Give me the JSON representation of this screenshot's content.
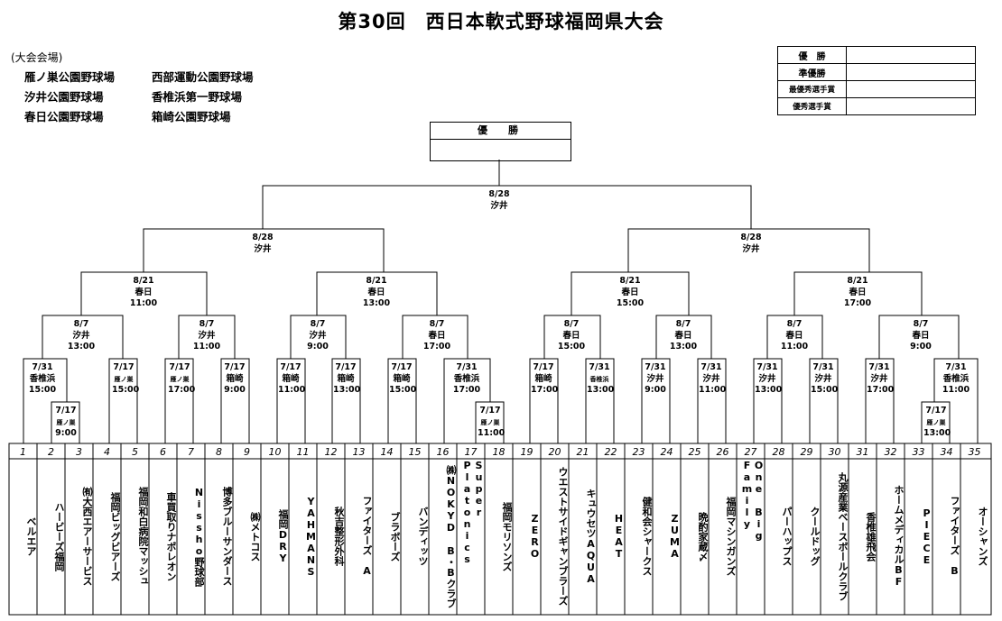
{
  "title": "第30回　西日本軟式野球福岡県大会",
  "venues_heading": "(大会会場)",
  "venues": [
    "雁ノ巣公園野球場",
    "西部運動公園野球場",
    "汐井公園野球場",
    "香椎浜第一野球場",
    "春日公園野球場",
    "箱崎公園野球場"
  ],
  "awards": [
    "優　勝",
    "準優勝",
    "最優秀選手賞",
    "優秀選手賞"
  ],
  "winner_box_label": "優　勝",
  "final": {
    "date": "8/28",
    "venue": "汐井"
  },
  "semis": [
    {
      "date": "8/28",
      "venue": "汐井"
    },
    {
      "date": "8/28",
      "venue": "汐井"
    }
  ],
  "quarters": [
    {
      "date": "8/21",
      "venue": "春日",
      "time": "11:00"
    },
    {
      "date": "8/21",
      "venue": "春日",
      "time": "13:00"
    },
    {
      "date": "8/21",
      "venue": "春日",
      "time": "15:00"
    },
    {
      "date": "8/21",
      "venue": "春日",
      "time": "17:00"
    }
  ],
  "r16": [
    {
      "date": "8/7",
      "venue": "汐井",
      "time": "13:00"
    },
    {
      "date": "8/7",
      "venue": "汐井",
      "time": "11:00"
    },
    {
      "date": "8/7",
      "venue": "汐井",
      "time": "9:00"
    },
    {
      "date": "8/7",
      "venue": "春日",
      "time": "17:00"
    },
    {
      "date": "8/7",
      "venue": "春日",
      "time": "15:00"
    },
    {
      "date": "8/7",
      "venue": "春日",
      "time": "13:00"
    },
    {
      "date": "8/7",
      "venue": "春日",
      "time": "11:00"
    },
    {
      "date": "8/7",
      "venue": "春日",
      "time": "9:00"
    }
  ],
  "r1": [
    {
      "date": "7/31",
      "venue": "香椎浜",
      "time": "15:00"
    },
    {
      "date": "7/17",
      "venue": "雁ノ巣",
      "time": "15:00"
    },
    {
      "date": "7/17",
      "venue": "雁ノ巣",
      "time": "17:00"
    },
    {
      "date": "7/17",
      "venue": "箱崎",
      "time": "9:00"
    },
    {
      "date": "7/17",
      "venue": "箱崎",
      "time": "11:00"
    },
    {
      "date": "7/17",
      "venue": "箱崎",
      "time": "13:00"
    },
    {
      "date": "7/17",
      "venue": "箱崎",
      "time": "15:00"
    },
    {
      "date": "7/31",
      "venue": "香椎浜",
      "time": "17:00"
    },
    {
      "date": "7/17",
      "venue": "箱崎",
      "time": "17:00"
    },
    {
      "date": "7/31",
      "venue": "香椎浜",
      "time": "13:00"
    },
    {
      "date": "7/31",
      "venue": "汐井",
      "time": "9:00"
    },
    {
      "date": "7/31",
      "venue": "汐井",
      "time": "11:00"
    },
    {
      "date": "7/31",
      "venue": "汐井",
      "time": "13:00"
    },
    {
      "date": "7/31",
      "venue": "汐井",
      "time": "15:00"
    },
    {
      "date": "7/31",
      "venue": "汐井",
      "time": "17:00"
    },
    {
      "date": "7/31",
      "venue": "香椎浜",
      "time": "11:00"
    }
  ],
  "r0": [
    {
      "date": "7/17",
      "venue": "雁ノ巣",
      "time": "9:00"
    },
    {
      "date": "7/17",
      "venue": "雁ノ巣",
      "time": "11:00"
    },
    {
      "date": "7/17",
      "venue": "雁ノ巣",
      "time": "13:00"
    }
  ],
  "teams": [
    {
      "num": "1",
      "name": "ベルエア"
    },
    {
      "num": "2",
      "name": "ハービーズ福岡"
    },
    {
      "num": "3",
      "name": "㈲大西エアーサービス"
    },
    {
      "num": "4",
      "name": "福岡ビッグビアーズ"
    },
    {
      "num": "5",
      "name": "福岡和白病院マッシュ"
    },
    {
      "num": "6",
      "name": "車買取りナポレオン"
    },
    {
      "num": "7",
      "name": "Nissho野球部"
    },
    {
      "num": "8",
      "name": "博多ブルーサンダース"
    },
    {
      "num": "9",
      "name": "㈱メトコス"
    },
    {
      "num": "10",
      "name": "福岡DRY"
    },
    {
      "num": "11",
      "name": "YAHMANS"
    },
    {
      "num": "12",
      "name": "秋吉整形外科"
    },
    {
      "num": "13",
      "name": "ファイターズ　A"
    },
    {
      "num": "14",
      "name": "ブラボーズ"
    },
    {
      "num": "15",
      "name": "バンディッツ"
    },
    {
      "num": "16",
      "name": "㈱NOKYD B・Bクラブ"
    },
    {
      "num": "17",
      "name": "Super Platonics"
    },
    {
      "num": "18",
      "name": "福岡モリソンズ"
    },
    {
      "num": "19",
      "name": "ZERO"
    },
    {
      "num": "20",
      "name": "ウエストサイドギャンブラーズ"
    },
    {
      "num": "21",
      "name": "キュウセツAQUA"
    },
    {
      "num": "22",
      "name": "HEAT"
    },
    {
      "num": "23",
      "name": "健和会シャークス"
    },
    {
      "num": "24",
      "name": "ZUMA"
    },
    {
      "num": "25",
      "name": "晩酌家蔵〆"
    },
    {
      "num": "26",
      "name": "福岡マシンガンズ"
    },
    {
      "num": "27",
      "name": "One Big Family"
    },
    {
      "num": "28",
      "name": "パーハップス"
    },
    {
      "num": "29",
      "name": "クールドッグ"
    },
    {
      "num": "30",
      "name": "丸源産業ベースボールクラブ"
    },
    {
      "num": "31",
      "name": "香椎雄飛会"
    },
    {
      "num": "32",
      "name": "ホームメディカルBF"
    },
    {
      "num": "33",
      "name": "PIECE"
    },
    {
      "num": "34",
      "name": "ファイターズ　B"
    },
    {
      "num": "35",
      "name": "オーシャンズ"
    }
  ]
}
